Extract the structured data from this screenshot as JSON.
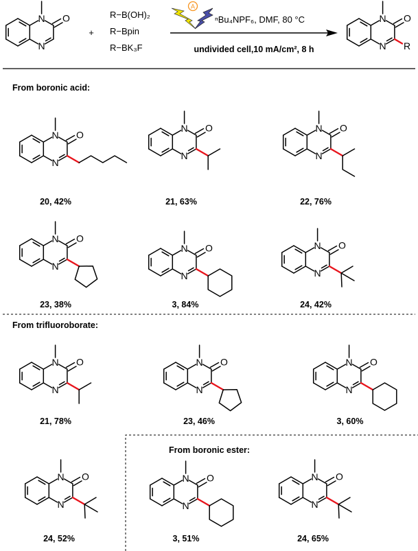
{
  "header": {
    "plus": "+",
    "reagents": [
      "R−B(OH)₂",
      "R−Bpin",
      "R−BK₃F"
    ],
    "conditions_top": "ⁿBu₄NPF₆, DMF, 80 °C",
    "conditions_bottom": "undivided cell,10 mA/cm², 8 h",
    "anode_symbol": "A",
    "product_r_label": "R",
    "atoms": {
      "N": "N",
      "O": "O"
    }
  },
  "colors": {
    "new_bond": "#e8141c",
    "anode": "#f7931e",
    "bolt_yellow": "#f2e600",
    "bolt_blue": "#4a4fa8"
  },
  "sections": {
    "boronic_acid": "From boronic acid:",
    "trifluoroborate": "From trifluoroborate:",
    "boronic_ester": "From boronic ester:"
  },
  "products": {
    "boronic_acid": [
      {
        "label": "20, 42%"
      },
      {
        "label": "21, 63%"
      },
      {
        "label": "22, 76%"
      },
      {
        "label": "23, 38%"
      },
      {
        "label": "3, 84%"
      },
      {
        "label": "24, 42%"
      }
    ],
    "trifluoroborate": [
      {
        "label": "21, 78%"
      },
      {
        "label": "23, 46%"
      },
      {
        "label": "3, 60%"
      },
      {
        "label": "24, 52%"
      }
    ],
    "boronic_ester": [
      {
        "label": "3, 51%"
      },
      {
        "label": "24, 65%"
      }
    ]
  }
}
